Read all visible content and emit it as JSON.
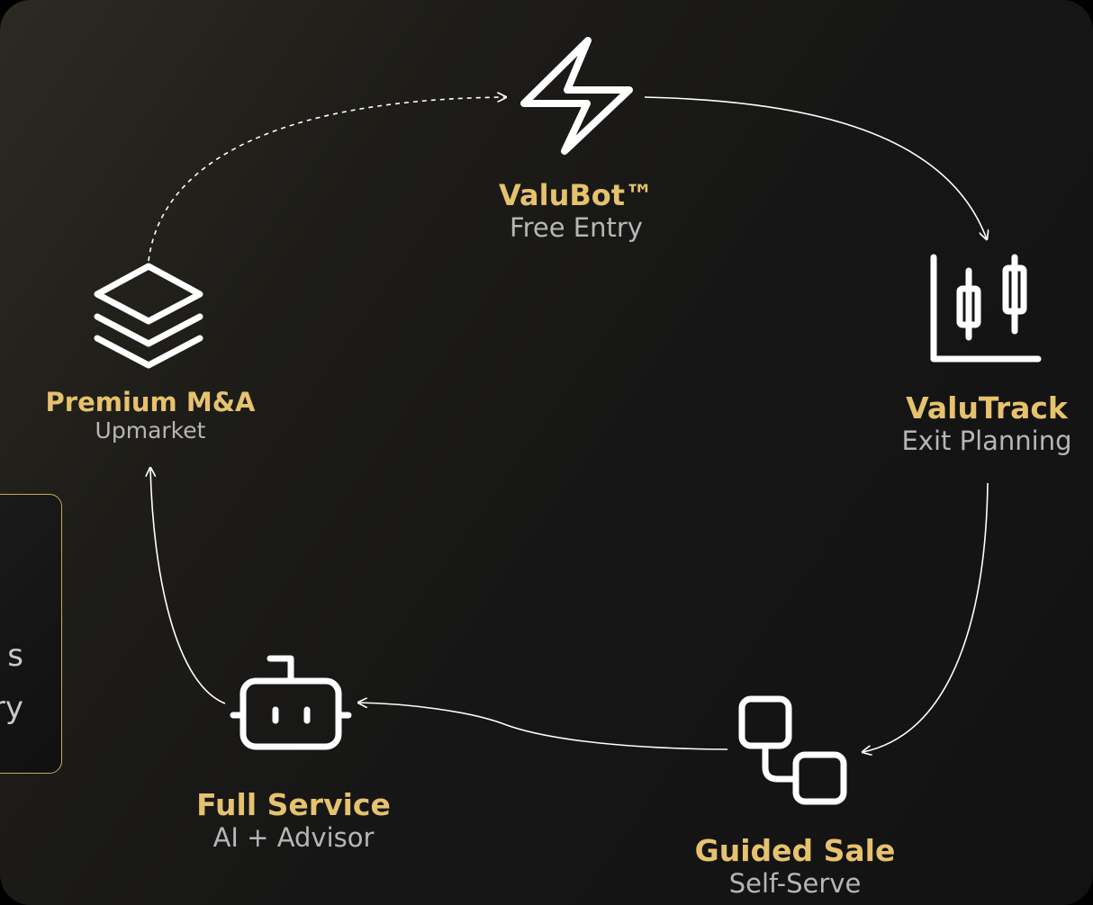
{
  "nodes": {
    "valubot": {
      "title": "ValuBot™",
      "subtitle": "Free Entry",
      "icon": "lightning-icon"
    },
    "valutrack": {
      "title": "ValuTrack",
      "subtitle": "Exit Planning",
      "icon": "candlestick-chart-icon"
    },
    "guided_sale": {
      "title": "Guided Sale",
      "subtitle": "Self-Serve",
      "icon": "flow-nodes-icon"
    },
    "full_service": {
      "title": "Full Service",
      "subtitle": "AI + Advisor",
      "icon": "robot-icon"
    },
    "premium_ma": {
      "title": "Premium M&A",
      "subtitle": "Upmarket",
      "icon": "layers-icon"
    }
  },
  "side_card": {
    "line1": "s",
    "line2": "ry"
  },
  "colors": {
    "accent": "#e6c26e",
    "subtitle": "#b6b6b6",
    "stroke": "#ffffff",
    "card_border": "#c9a85c"
  }
}
